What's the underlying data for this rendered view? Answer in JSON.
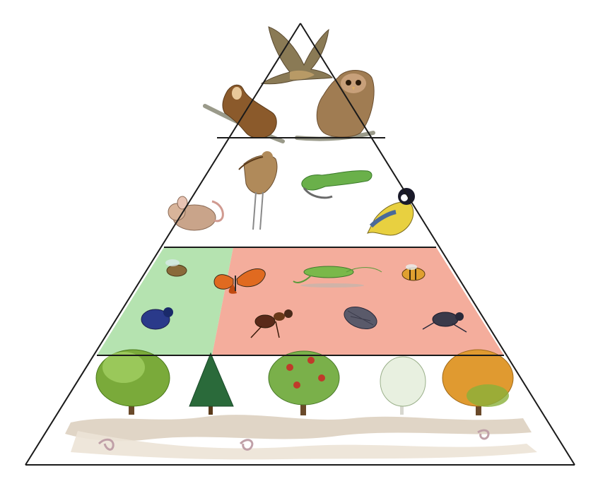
{
  "diagram": {
    "type": "food-pyramid",
    "colors": {
      "outline": "#1a1a1a",
      "background": "#ffffff",
      "primary_consumers_green": "#b5e3b0",
      "primary_consumers_salmon": "#f4ad9c"
    },
    "levels": [
      {
        "id": "top-predators",
        "organisms": [
          "bird-of-prey",
          "pine-marten",
          "owl"
        ]
      },
      {
        "id": "secondary-consumers",
        "organisms": [
          "mouse",
          "curlew",
          "lizard",
          "great-tit"
        ]
      },
      {
        "id": "primary-consumers",
        "fill_fraction_green": 0.3,
        "organisms": [
          "fly",
          "beetle",
          "butterfly",
          "grasshopper",
          "bee",
          "ant",
          "woodlouse",
          "ground-beetle"
        ]
      },
      {
        "id": "producers",
        "organisms": [
          "broadleaf-tree",
          "conifer",
          "fruit-tree",
          "birch",
          "autumn-tree",
          "earthworm"
        ]
      }
    ]
  }
}
